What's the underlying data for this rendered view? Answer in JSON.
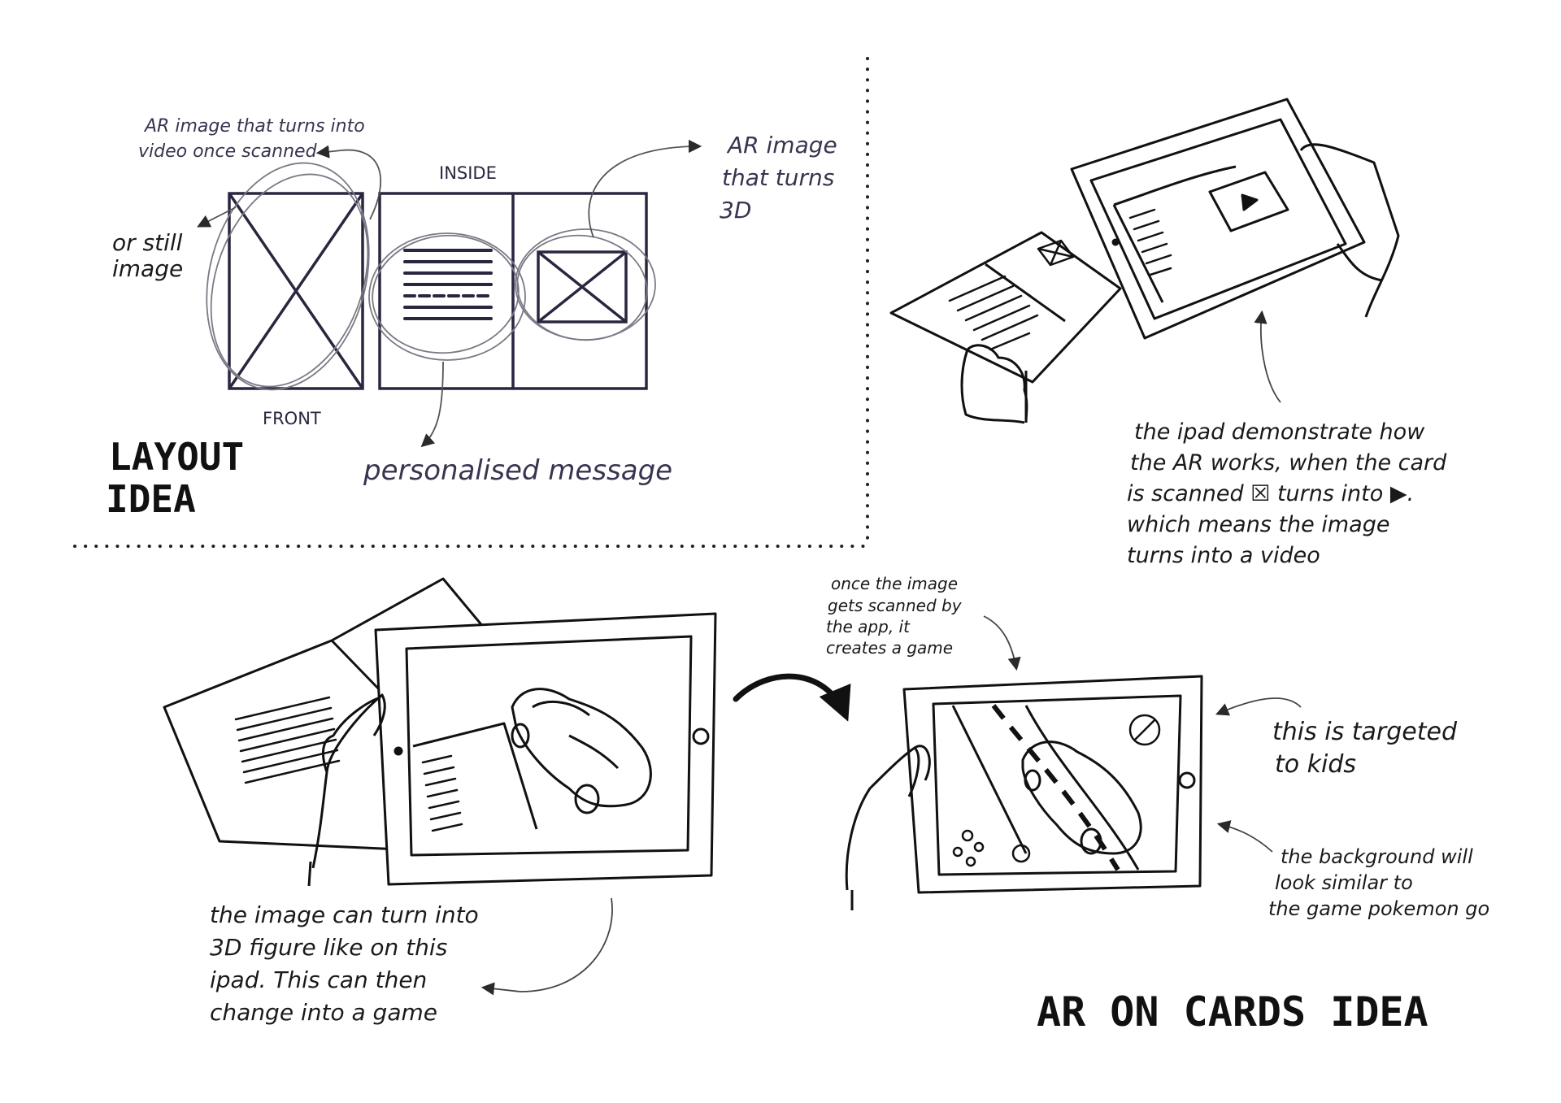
{
  "layout": {
    "note_video_l1": "AR image that turns into",
    "note_video_l2": "video once scanned",
    "inside_label": "INSIDE",
    "front_label": "FRONT",
    "note_still_l1": "or still",
    "note_still_l2": "image",
    "note_3d_l1": "AR image",
    "note_3d_l2": "that turns",
    "note_3d_l3": "3D",
    "note_message": "personalised message",
    "title_l1": "LAYOUT",
    "title_l2": "IDEA"
  },
  "scan_note": {
    "l1": "the ipad demonstrate how",
    "l2": "the AR works, when the card",
    "l3": "is scanned ☒ turns into ▶.",
    "l4": "which means the image",
    "l5": "turns into a video"
  },
  "figure_note": {
    "l1": "the image can turn into",
    "l2": "3D figure like on this",
    "l3": "ipad. This can then",
    "l4": "change into a game"
  },
  "game_note": {
    "l1": "once the image",
    "l2": "gets scanned by",
    "l3": "the app, it",
    "l4": "creates a game"
  },
  "kids_note": {
    "l1": "this is targeted",
    "l2": "to kids"
  },
  "background_note": {
    "l1": "the background will",
    "l2": "look similar to",
    "l3": "the game pokemon go"
  },
  "ar_cards": {
    "title": "AR ON CARDS IDEA"
  }
}
